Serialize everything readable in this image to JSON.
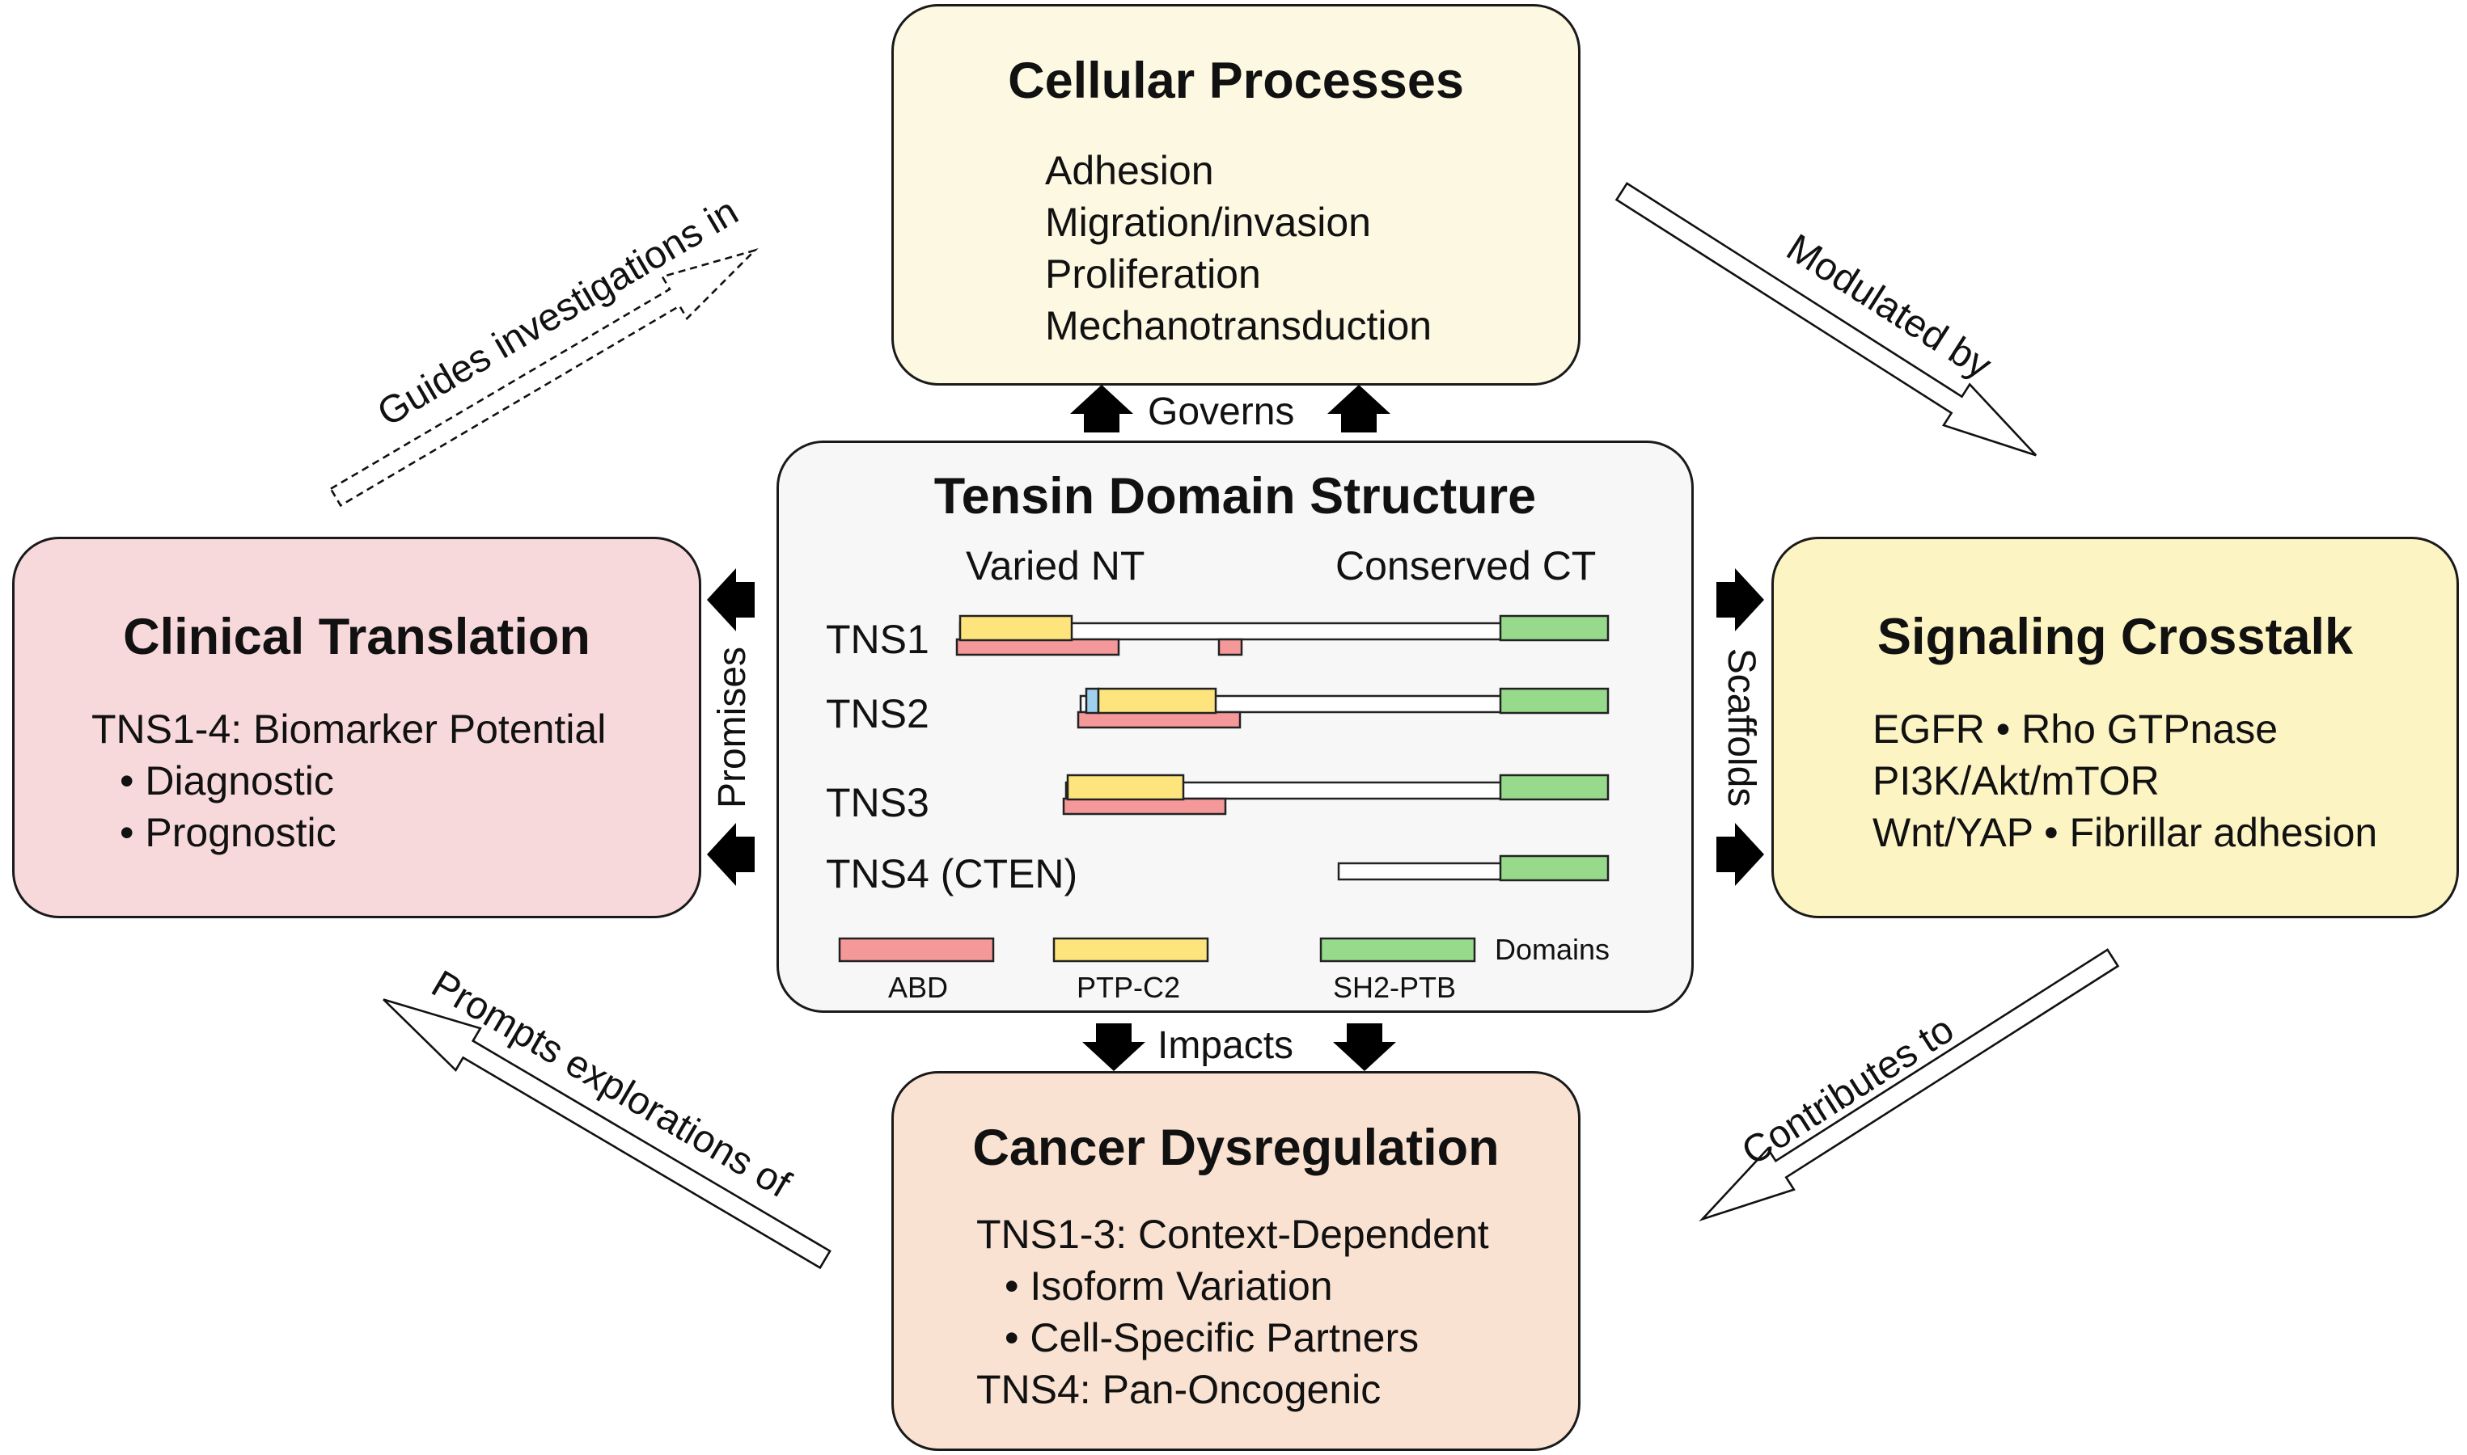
{
  "cellular": {
    "title": "Cellular Processes",
    "items": [
      "Adhesion",
      "Migration/invasion",
      "Proliferation",
      "Mechanotransduction"
    ]
  },
  "clinical": {
    "title": "Clinical Translation",
    "lines": [
      "TNS1-4: Biomarker Potential",
      "• Diagnostic",
      "• Prognostic"
    ]
  },
  "signaling": {
    "title": "Signaling Crosstalk",
    "lines": [
      "EGFR • Rho GTPnase",
      "PI3K/Akt/mTOR",
      "Wnt/YAP • Fibrillar adhesion"
    ]
  },
  "cancer": {
    "title": "Cancer Dysregulation",
    "lines": [
      "TNS1-3: Context-Dependent",
      "• Isoform Variation",
      "• Cell-Specific Partners",
      "TNS4: Pan-Oncogenic"
    ]
  },
  "tensin": {
    "title": "Tensin Domain Structure",
    "nt_label": "Varied NT",
    "ct_label": "Conserved CT",
    "rows": [
      "TNS1",
      "TNS2",
      "TNS3",
      "TNS4 (CTEN)"
    ],
    "legend": {
      "abd": "ABD",
      "ptp": "PTP-C2",
      "sh2": "SH2-PTB",
      "domains": "Domains"
    }
  },
  "connectors": {
    "governs": "Governs",
    "impacts": "Impacts",
    "promises": "Promises",
    "scaffolds": "Scaffolds",
    "guides": "Guides investigations in",
    "modulated": "Modulated by",
    "contributes": "Contributes to",
    "prompts": "Prompts explorations of"
  },
  "colors": {
    "abd": "#f5989a",
    "ptp": "#fde47c",
    "sh2": "#97da8c",
    "extra": "#9fd1ef",
    "cellular_bg": "#fdf8e2",
    "clinical_bg": "#f7d9dc",
    "signaling_bg": "#fdf4c4",
    "cancer_bg": "#f9e2d2",
    "tensin_bg": "#f7f7f7"
  }
}
